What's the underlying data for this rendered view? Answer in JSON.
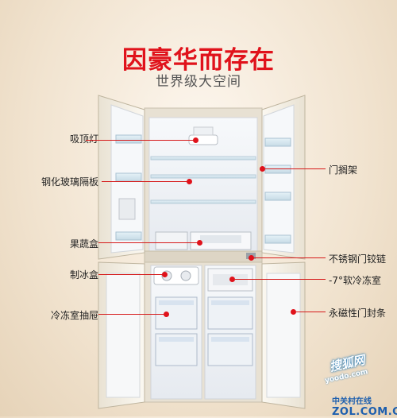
{
  "headline": "因豪华而存在",
  "subline": "世界级大空间",
  "colors": {
    "accent": "#e0121b",
    "subline": "#555555",
    "body_frame": "#ece5d8",
    "interior": "#f3f5f8",
    "leader": "#d61a1a"
  },
  "callouts_left": [
    {
      "label": "吸顶灯"
    },
    {
      "label": "钢化玻璃隔板"
    },
    {
      "label": "果蔬盒"
    },
    {
      "label": "制冰盒"
    },
    {
      "label": "冷冻室抽屉"
    }
  ],
  "callouts_right": [
    {
      "label": "门搁架"
    },
    {
      "label": "不锈钢门铰链"
    },
    {
      "label": "-7°软冷冻室"
    },
    {
      "label": "永磁性门封条"
    }
  ],
  "watermarks": {
    "badge_text": "搜狐网",
    "badge_url": "yoodo.com",
    "brand_cn": "中关村在线",
    "brand_en": "ZOL.COM.CN"
  }
}
